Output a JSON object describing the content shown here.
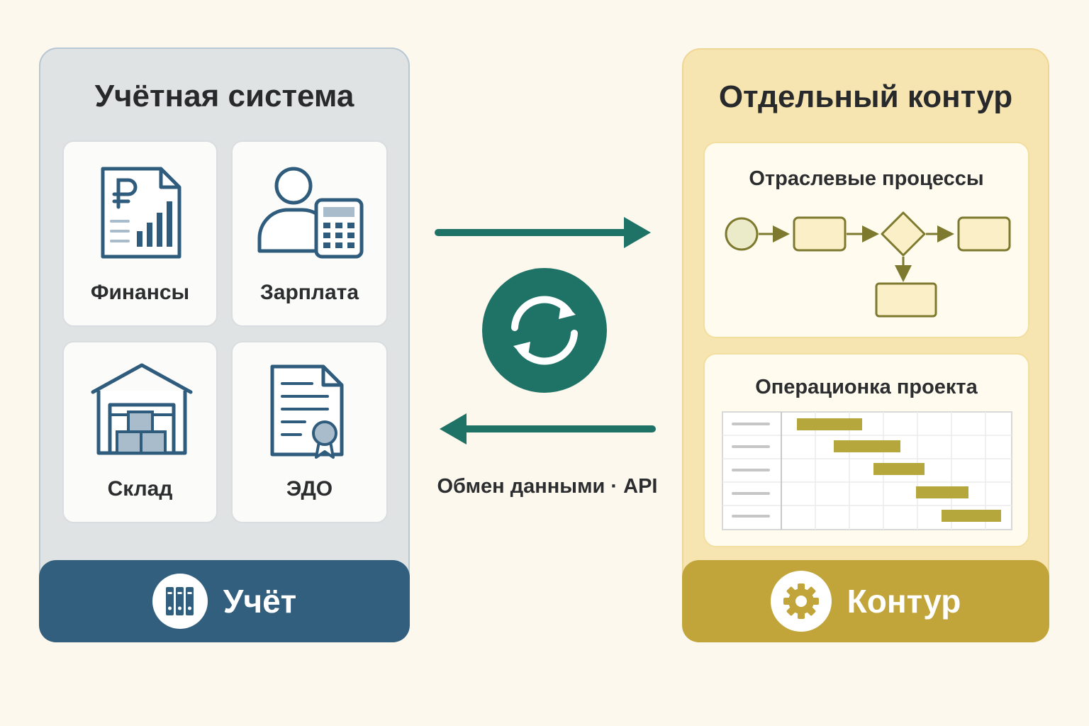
{
  "left_panel": {
    "title": "Учётная система",
    "tiles": [
      {
        "label": "Финансы",
        "icon": "ruble-report-icon"
      },
      {
        "label": "Зарплата",
        "icon": "person-calculator-icon"
      },
      {
        "label": "Склад",
        "icon": "warehouse-icon"
      },
      {
        "label": "ЭДО",
        "icon": "certified-document-icon"
      }
    ],
    "footer": {
      "label": "Учёт",
      "icon": "binders-icon"
    }
  },
  "right_panel": {
    "title": "Отдельный контур",
    "cards": [
      {
        "title": "Отраслевые процессы",
        "visual": "process-flowchart"
      },
      {
        "title": "Операционка проекта",
        "visual": "gantt-chart"
      }
    ],
    "footer": {
      "label": "Контур",
      "icon": "gear-icon"
    }
  },
  "exchange": {
    "label": "Обмен данными · API",
    "icon": "sync-icon"
  },
  "colors": {
    "background": "#fcf8ee",
    "accounting_blue": "#335f7e",
    "contour_gold": "#c1a53b",
    "sync_teal": "#1e7266",
    "olive": "#7d7a2f",
    "gantt_bar": "#b5a73b"
  }
}
